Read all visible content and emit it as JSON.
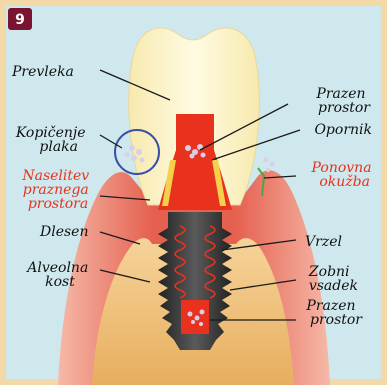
{
  "figure_number": "9",
  "labels": {
    "crown": "Prevleka",
    "plaque": [
      "Kopičenje",
      "plaka"
    ],
    "colonization": [
      "Naselitev",
      "praznega",
      "prostora"
    ],
    "gum": "Dlesen",
    "bone": [
      "Alveolna",
      "kost"
    ],
    "empty_top": [
      "Prazen",
      "prostor"
    ],
    "abutment": "Opornik",
    "reinfection": [
      "Ponovna",
      "okužba"
    ],
    "gap": "Vrzel",
    "implant": [
      "Zobni",
      "vsadek"
    ],
    "empty_bottom": [
      "Prazen",
      "prostor"
    ]
  },
  "colors": {
    "frame": "#f4d9a8",
    "background": "#cfe8ee",
    "crown": "#fbf4c8",
    "gum": "#e56a5a",
    "bone": "#f2c074",
    "abutment": "#e8321e",
    "implant": "#3a3a3a",
    "red_label": "#e8321e",
    "badge": "#7a1430"
  }
}
